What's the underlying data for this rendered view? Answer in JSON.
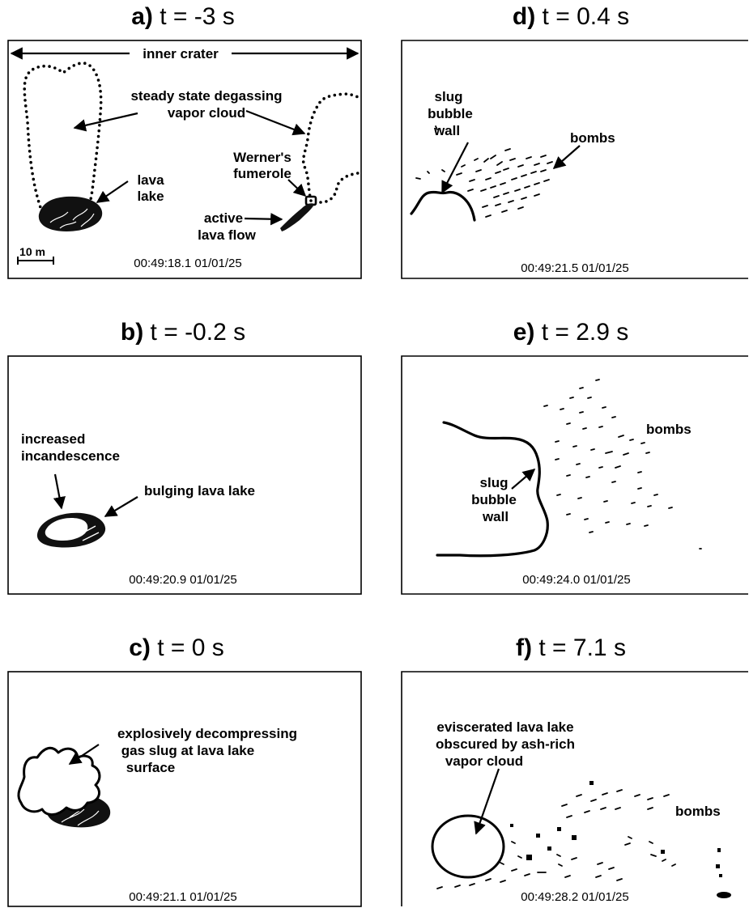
{
  "panels": [
    {
      "letter": "a)",
      "time": "t = -3 s",
      "timestamp": "00:49:18.1  01/01/25"
    },
    {
      "letter": "b)",
      "time": "t = -0.2 s",
      "timestamp": "00:49:20.9  01/01/25"
    },
    {
      "letter": "c)",
      "time": "t = 0 s",
      "timestamp": "00:49:21.1  01/01/25"
    },
    {
      "letter": "d)",
      "time": "t = 0.4 s",
      "timestamp": "00:49:21.5  01/01/25"
    },
    {
      "letter": "e)",
      "time": "t = 2.9 s",
      "timestamp": "00:49:24.0  01/01/25"
    },
    {
      "letter": "f)",
      "time": "t = 7.1 s",
      "timestamp": "00:49:28.2  01/01/25"
    }
  ],
  "labels": {
    "inner_crater": "inner crater",
    "steady_state_1": "steady state degassing",
    "steady_state_2": "vapor cloud",
    "lava_lake_1": "lava",
    "lava_lake_2": "lake",
    "werners_1": "Werner's",
    "werners_2": "fumerole",
    "active_flow_1": "active",
    "active_flow_2": "lava flow",
    "scale": "10 m",
    "increased_1": "increased",
    "increased_2": "incandescence",
    "bulging": "bulging lava lake",
    "explosive_1": "explosively decompressing",
    "explosive_2": "gas slug at lava lake",
    "explosive_3": "surface",
    "slug_d_1": "slug",
    "slug_d_2": "bubble",
    "slug_d_3": "wall",
    "bombs_d": "bombs",
    "slug_e_1": "slug",
    "slug_e_2": "bubble",
    "slug_e_3": "wall",
    "bombs_e": "bombs",
    "evisc_1": "eviscerated lava lake",
    "evisc_2": "obscured by ash-rich",
    "evisc_3": "vapor cloud",
    "bombs_f": "bombs"
  }
}
